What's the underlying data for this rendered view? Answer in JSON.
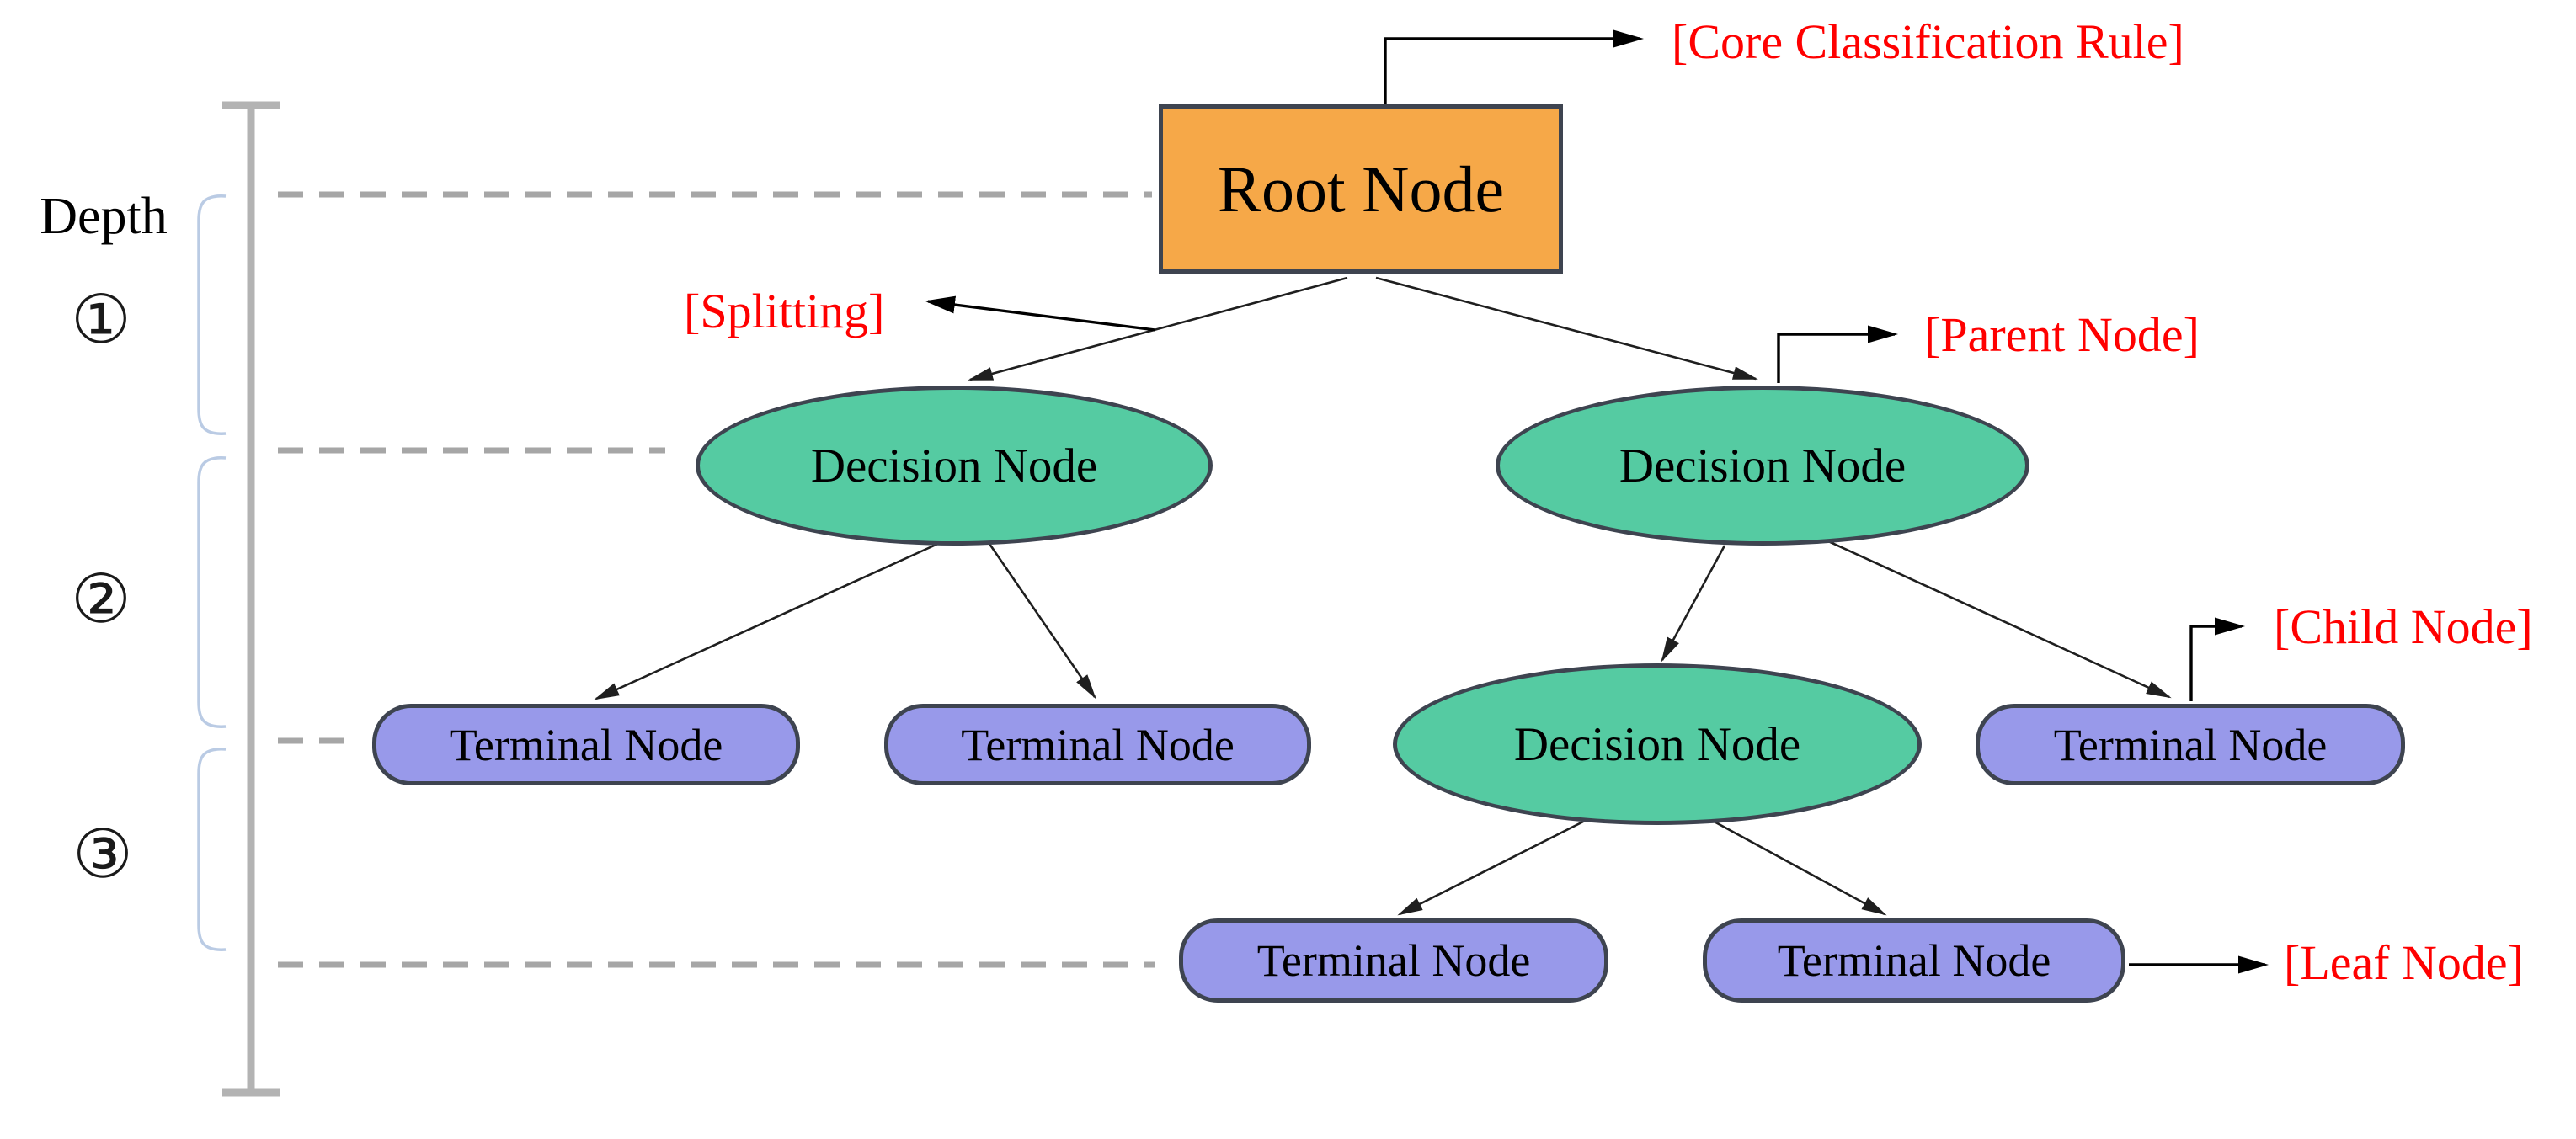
{
  "diagram_title": "Decision tree structure with depth levels",
  "depth_axis": {
    "title": "Depth",
    "levels": [
      {
        "symbol": "①"
      },
      {
        "symbol": "②"
      },
      {
        "symbol": "③"
      }
    ]
  },
  "nodes": {
    "root": {
      "label": "Root Node"
    },
    "decision_left": {
      "label": "Decision Node"
    },
    "decision_right": {
      "label": "Decision Node"
    },
    "decision_mid": {
      "label": "Decision Node"
    },
    "terminal_1": {
      "label": "Terminal Node"
    },
    "terminal_2": {
      "label": "Terminal Node"
    },
    "terminal_3": {
      "label": "Terminal Node"
    },
    "terminal_4": {
      "label": "Terminal Node"
    },
    "terminal_5": {
      "label": "Terminal Node"
    }
  },
  "annotations": {
    "core_rule": {
      "label": "[Core Classification Rule]"
    },
    "splitting": {
      "label": "[Splitting]"
    },
    "parent_node": {
      "label": "[Parent Node]"
    },
    "child_node": {
      "label": "[Child Node]"
    },
    "leaf_node": {
      "label": "[Leaf Node]"
    }
  },
  "colors": {
    "root_fill": "#F6A848",
    "decision_fill": "#55CBA2",
    "terminal_fill": "#9899EA",
    "node_border": "#3E4450",
    "node_text": "#000000",
    "annotation_text": "#FF0000",
    "axis_line": "#B3B3B3",
    "dashed_line": "#A6A6A6",
    "bracket_line": "#BACBE4"
  }
}
